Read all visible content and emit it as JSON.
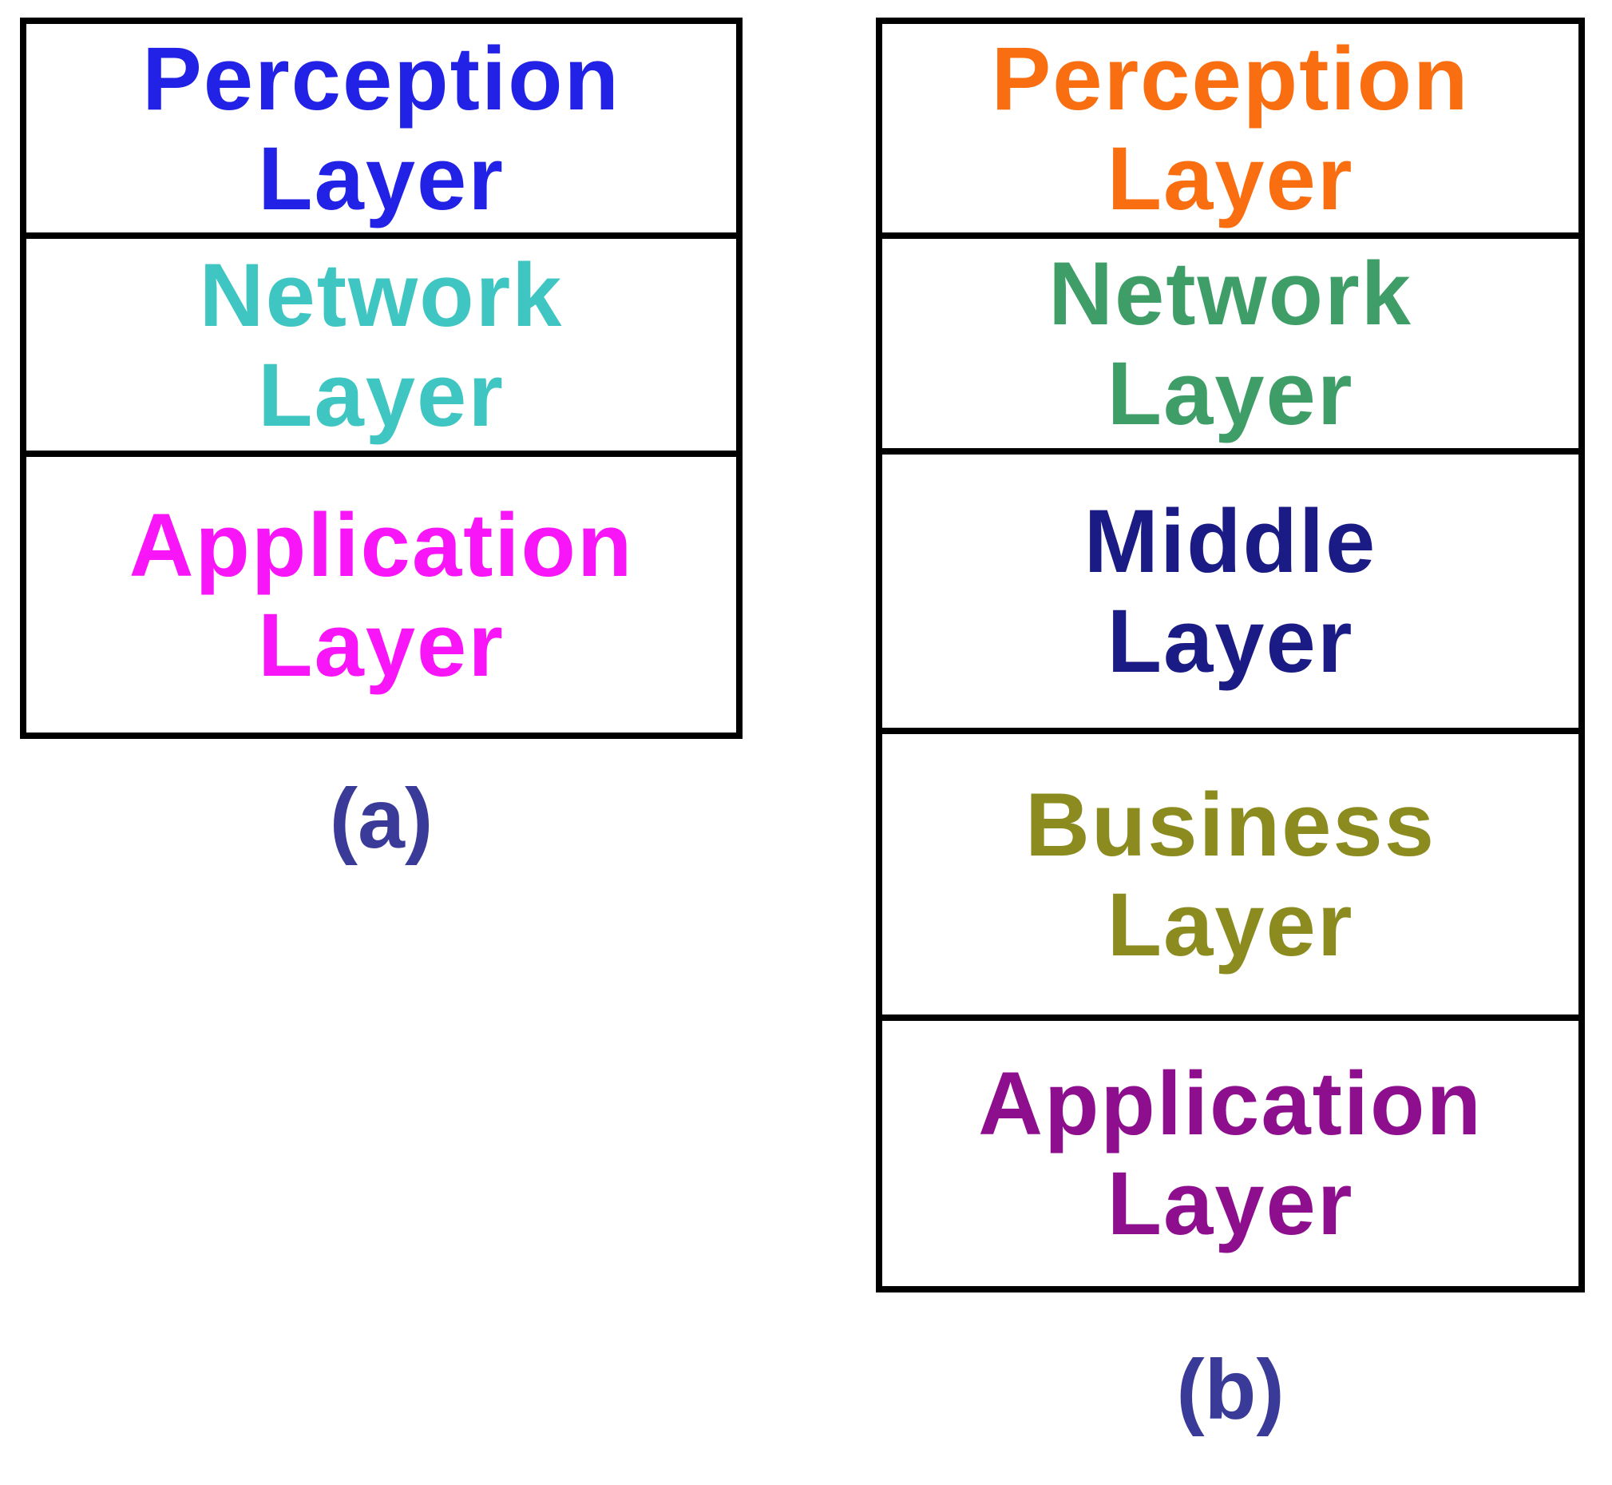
{
  "figure": {
    "background": "#FFFFFF",
    "border_color": "#000000",
    "caption_color": "#3A3A99",
    "diagram_a": {
      "caption": "(a)",
      "layers": [
        {
          "line1": "Perception",
          "line2": "Layer",
          "color": "#2222E6"
        },
        {
          "line1": "Network",
          "line2": "Layer",
          "color": "#40C6C2"
        },
        {
          "line1": "Application",
          "line2": "Layer",
          "color": "#F816F8"
        }
      ]
    },
    "diagram_b": {
      "caption": "(b)",
      "layers": [
        {
          "line1": "Perception",
          "line2": "Layer",
          "color": "#FA6E12"
        },
        {
          "line1": "Network",
          "line2": "Layer",
          "color": "#3F9E68"
        },
        {
          "line1": "Middle",
          "line2": "Layer",
          "color": "#1B1B85"
        },
        {
          "line1": "Business",
          "line2": "Layer",
          "color": "#8B8B20"
        },
        {
          "line1": "Application",
          "line2": "Layer",
          "color": "#8E0F8E"
        }
      ]
    }
  }
}
